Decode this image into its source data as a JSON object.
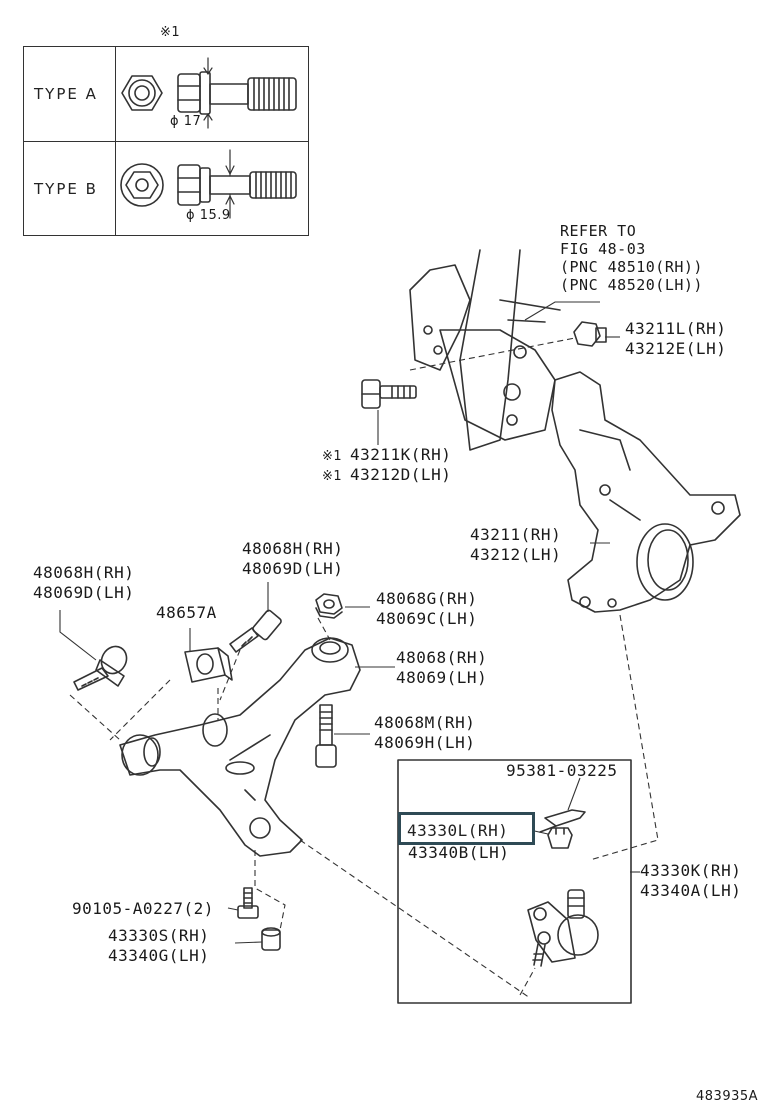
{
  "note_mark": "※1",
  "type_table": {
    "rows": [
      {
        "label": "TYPE A",
        "dia": "ϕ 17"
      },
      {
        "label": "TYPE B",
        "dia": "ϕ 15.9"
      }
    ]
  },
  "refer": {
    "line1": "REFER TO",
    "line2": "FIG 48-03",
    "line3": "(PNC 48510(RH))",
    "line4": "(PNC 48520(LH))"
  },
  "parts": {
    "nut_43211L": {
      "rh": "43211L(RH)",
      "lh": "43212E(LH)"
    },
    "bolt_43211K": {
      "mark": "※1",
      "rh": "43211K(RH)",
      "lh": "43212D(LH)"
    },
    "knuckle": {
      "rh": "43211(RH)",
      "lh": "43212(LH)"
    },
    "bolt_48068H_left": {
      "rh": "48068H(RH)",
      "lh": "48069D(LH)"
    },
    "bolt_48068H_top": {
      "rh": "48068H(RH)",
      "lh": "48069D(LH)"
    },
    "bracket": {
      "id": "48657A"
    },
    "nut_48068G": {
      "rh": "48068G(RH)",
      "lh": "48069C(LH)"
    },
    "arm": {
      "rh": "48068(RH)",
      "lh": "48069(LH)"
    },
    "bolt_48068M": {
      "rh": "48068M(RH)",
      "lh": "48069H(LH)"
    },
    "pin": {
      "id": "95381-03225"
    },
    "balljoint_sub": {
      "rh": "43330L(RH)",
      "lh": "43340B(LH)"
    },
    "balljoint": {
      "rh": "43330K(RH)",
      "lh": "43340A(LH)"
    },
    "bolt_90105": {
      "id": "90105-A0227(2)"
    },
    "nut_43330S": {
      "rh": "43330S(RH)",
      "lh": "43340G(LH)"
    }
  },
  "figure_id": "483935A"
}
